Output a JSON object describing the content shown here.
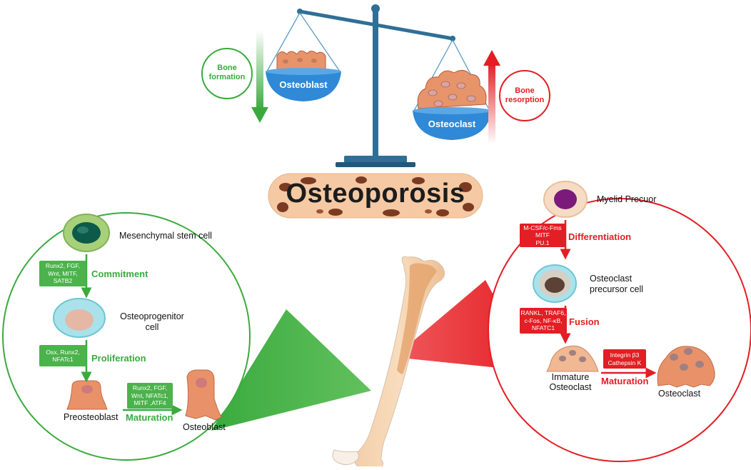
{
  "title": "Osteoporosis",
  "balance": {
    "left_pan": "Osteoblast",
    "right_pan": "Osteoclast",
    "left_arrow": "Bone\nformation",
    "right_arrow": "Bone\nresorption"
  },
  "left_panel": {
    "cells": {
      "msc": "Mesenchymal stem cell",
      "osteoprogenitor": "Osteoprogenitor\ncell",
      "preosteoblast": "Preosteoblast",
      "osteoblast": "Osteoblast"
    },
    "steps": {
      "commitment": {
        "label": "Commitment",
        "factors": "Runx2, FGF,\nWnt, MITF,\nSATB2"
      },
      "proliferation": {
        "label": "Proliferation",
        "factors": "Osx, Runx2,\nNFATc1"
      },
      "maturation": {
        "label": "Maturation",
        "factors": "Runx2, FGF,\nWnt, NFATc1,\nMITF ,ATF4"
      }
    }
  },
  "right_panel": {
    "cells": {
      "myeloid": "Myelid Precuor",
      "precursor": "Osteoclast\nprecursor cell",
      "immature": "Immature\nOsteoclast",
      "osteoclast": "Osteoclast"
    },
    "steps": {
      "differentiation": {
        "label": "Differentiation",
        "factors": "M-CSF/c-Fms\nMITF\nPU.1"
      },
      "fusion": {
        "label": "Fusion",
        "factors": "RANKL, TRAF6,\nc-Fos, NF-κB,\nNFATC1"
      },
      "maturation": {
        "label": "Maturation",
        "factors": "Integrin β3\nCathepsin K"
      }
    }
  },
  "colors": {
    "green": "#4bb34b",
    "red": "#e31e24",
    "scale_blue": "#2f6f96",
    "pan_blue": "#2f89d6",
    "bone": "#f2c49a"
  }
}
